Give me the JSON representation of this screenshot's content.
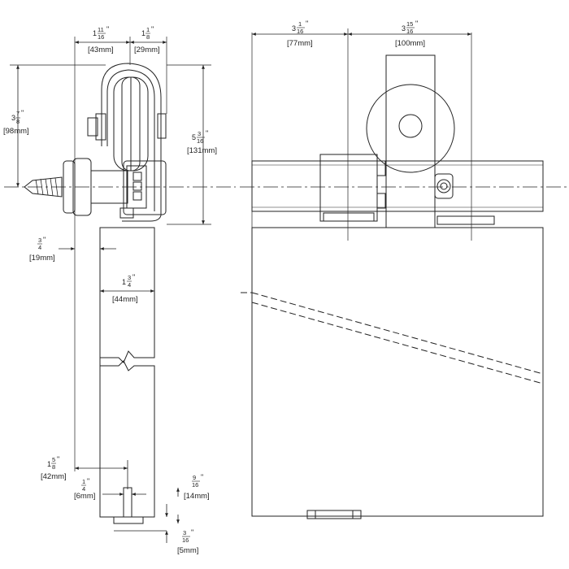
{
  "side_view": {
    "dims": {
      "width_1_11_16": {
        "whole": "1",
        "num": "11",
        "den": "16",
        "mm": "[43mm]"
      },
      "width_1_1_8": {
        "whole": "1",
        "num": "1",
        "den": "8",
        "mm": "[29mm]"
      },
      "height_3_7_8": {
        "whole": "3",
        "num": "7",
        "den": "8",
        "mm": "[98mm]"
      },
      "height_5_3_16": {
        "whole": "5",
        "num": "3",
        "den": "16",
        "mm": "[131mm]"
      },
      "gap_3_4": {
        "whole": "",
        "num": "3",
        "den": "4",
        "mm": "[19mm]"
      },
      "door_1_3_4": {
        "whole": "1",
        "num": "3",
        "den": "4",
        "mm": "[44mm]"
      },
      "offset_1_5_8": {
        "whole": "1",
        "num": "5",
        "den": "8",
        "mm": "[42mm]"
      },
      "guide_1_4": {
        "whole": "",
        "num": "1",
        "den": "4",
        "mm": "[6mm]"
      },
      "guide_9_16": {
        "whole": "",
        "num": "9",
        "den": "16",
        "mm": "[14mm]"
      },
      "guide_3_16": {
        "whole": "",
        "num": "3",
        "den": "16",
        "mm": "[5mm]"
      }
    }
  },
  "front_view": {
    "dims": {
      "left_3_1_16": {
        "whole": "3",
        "num": "1",
        "den": "16",
        "mm": "[77mm]"
      },
      "right_3_15_16": {
        "whole": "3",
        "num": "15",
        "den": "16",
        "mm": "[100mm]"
      }
    }
  },
  "inch_mark": "\""
}
